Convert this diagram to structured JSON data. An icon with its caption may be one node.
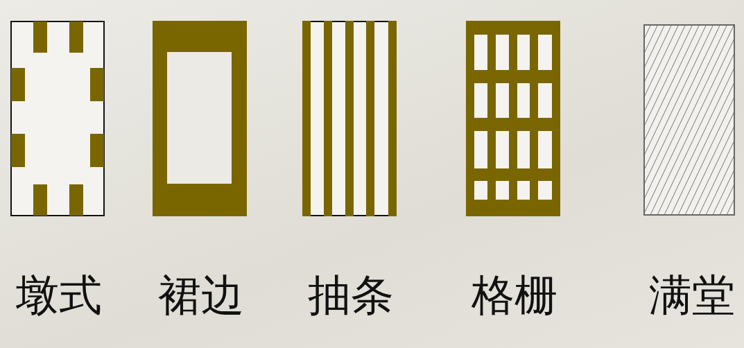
{
  "diagram": {
    "nodes": [
      {
        "text": [
          "墩式"
        ]
      },
      {
        "text": [
          "裙边"
        ]
      },
      {
        "text": [
          "抽条"
        ]
      },
      {
        "text": [
          "格栅"
        ]
      },
      {
        "text": [
          "满堂"
        ]
      }
    ]
  }
}
